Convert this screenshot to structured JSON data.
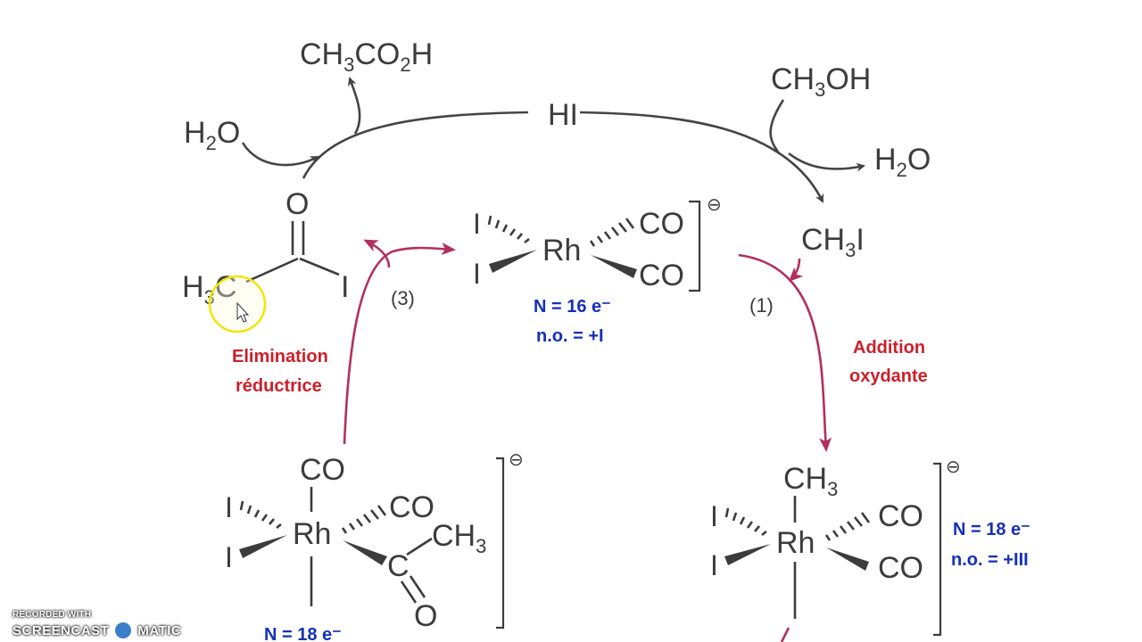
{
  "reagents": {
    "acetic_acid": {
      "main": "CH",
      "sub1": "3",
      "mid": "CO",
      "sub2": "2",
      "end": "H"
    },
    "methanol": {
      "main": "CH",
      "sub1": "3",
      "end": "OH"
    },
    "water_top_left": {
      "main": "H",
      "sub1": "2",
      "end": "O"
    },
    "water_right": {
      "main": "H",
      "sub1": "2",
      "end": "O"
    },
    "hi": "HI",
    "methyl_iodide": {
      "main": "CH",
      "sub1": "3",
      "end": "I"
    }
  },
  "acetyl_iodide": {
    "O": "O",
    "H3C": "H",
    "sub": "3",
    "C": "C",
    "I": "I"
  },
  "complex_top": {
    "I1": "I",
    "I2": "I",
    "Rh": "Rh",
    "CO1": "CO",
    "CO2": "CO",
    "charge": "⊖"
  },
  "complex_right": {
    "CH3": "CH",
    "sub": "3",
    "I1": "I",
    "I2": "I",
    "Rh": "Rh",
    "CO1": "CO",
    "CO2": "CO",
    "charge": "⊖"
  },
  "complex_left": {
    "CO_top": "CO",
    "I1": "I",
    "I2": "I",
    "Rh": "Rh",
    "CO2": "CO",
    "C": "C",
    "CH3": "CH",
    "sub": "3",
    "O": "O",
    "charge": "⊖"
  },
  "steps": {
    "step1": "(1)",
    "step3": "(3)"
  },
  "labels": {
    "addition_line1": "Addition",
    "addition_line2": "oxydante",
    "elimination_line1": "Elimination",
    "elimination_line2": "réductrice"
  },
  "electron_counts": {
    "top_N": "N = 16 e⁻",
    "top_no": "n.o. = +I",
    "right_N": "N = 18 e⁻",
    "right_no": "n.o. = +III",
    "left_N": "N = 18 e⁻"
  },
  "watermark": {
    "line1": "RECORDED WITH",
    "line2a": "SCREENCAST",
    "line2b": "MATIC"
  },
  "colors": {
    "red_label": "#cc1f2a",
    "blue_label": "#1530b8",
    "arrow": "#b3305a",
    "highlight": "#f2e500"
  }
}
